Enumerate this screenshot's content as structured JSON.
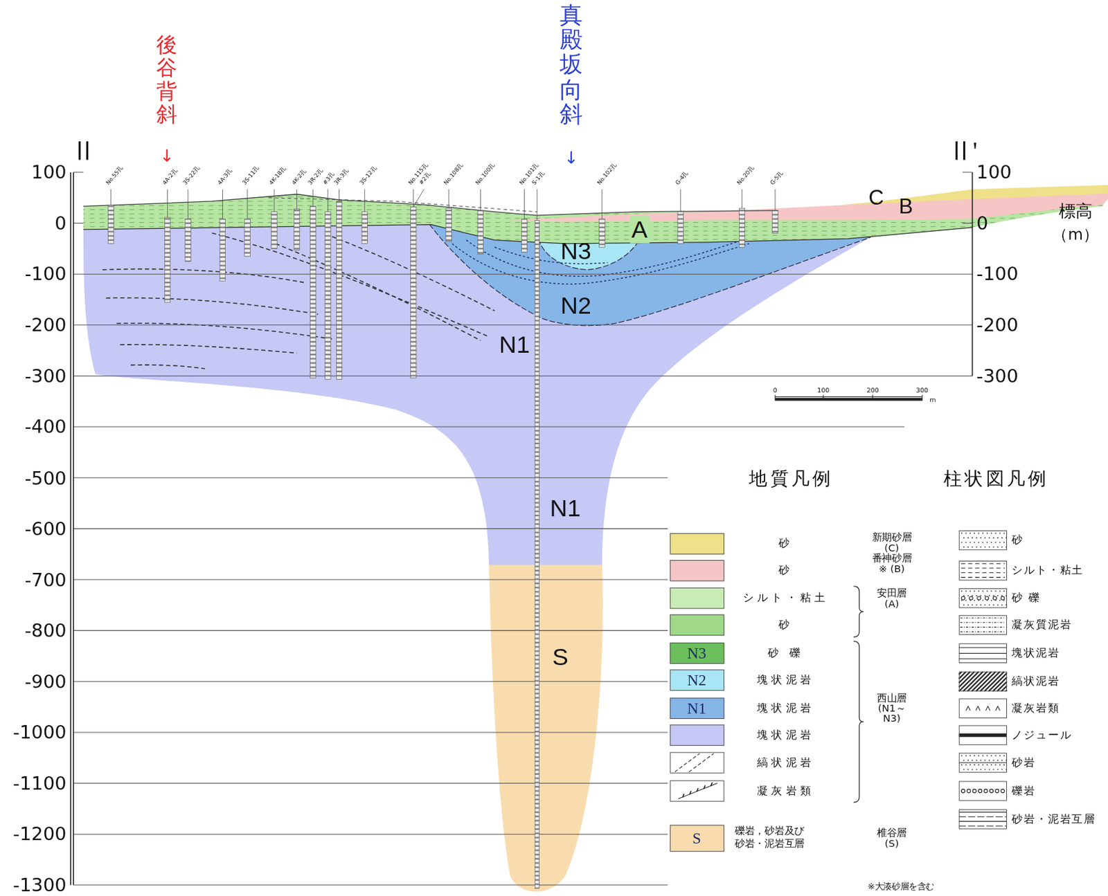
{
  "diagram": {
    "labels": [
      "後谷背斜",
      "↓",
      "真殿坂向斜",
      "↓",
      "Ⅱ",
      "Ⅱ'",
      "100",
      "0",
      "-100",
      "-200",
      "-300",
      "-400",
      "-500",
      "-600",
      "-700",
      "-800",
      "-900",
      "-1000",
      "-1100",
      "-1200",
      "-1300",
      "100",
      "0",
      "-100",
      "-200",
      "-300",
      "標高",
      "（m）",
      "C",
      "B",
      "A",
      "N3",
      "N2",
      "N1",
      "N1",
      "S",
      "No.55孔",
      "4A-2孔",
      "3S-22孔",
      "4A-3孔",
      "3S-11孔",
      "4K-18孔",
      "4K-2孔",
      "3R-2孔",
      "#3孔",
      "3R-3孔",
      "3S-12孔",
      "No.115孔",
      "#2孔",
      "No.108孔",
      "No.100孔",
      "No.101孔",
      "S-1孔",
      "No.102孔",
      "G-4孔",
      "No.20孔",
      "G-5孔",
      "0",
      "100",
      "200",
      "300",
      "m",
      "地質凡例",
      "柱状図凡例",
      "N3",
      "N2",
      "N1",
      "S",
      "新期砂層 (C)",
      "番神砂層※ (B)",
      "安田層 (A)",
      "西山層 (N1～N3)",
      "椎谷層 (S)",
      "※大湊砂層を含む"
    ],
    "legend": [
      {
        "text": "砂",
        "color": "#efe08a"
      },
      {
        "text": "砂",
        "color": "#f6c6c6"
      },
      {
        "text": "シルト・粘土",
        "color": "#c9ecb4"
      },
      {
        "text": "砂",
        "color": "#9fd889"
      },
      {
        "text": "砂 礫",
        "color": "#6cbf5c"
      },
      {
        "text": "塊状泥岩",
        "color": "#a9e6f5"
      },
      {
        "text": "塊状泥岩",
        "color": "#86b5e8"
      },
      {
        "text": "塊状泥岩",
        "color": "#c6c8f6"
      },
      {
        "text": "縞状泥岩"
      },
      {
        "text": "凝灰岩類"
      },
      {
        "text": "礫岩，砂岩及び砂岩・泥岩互層",
        "color": "#f9dcae"
      },
      {
        "text": "砂"
      },
      {
        "text": "シルト・粘土"
      },
      {
        "text": "砂 礫"
      },
      {
        "text": "凝灰質泥岩"
      },
      {
        "text": "塊状泥岩"
      },
      {
        "text": "縞状泥岩"
      },
      {
        "text": "凝灰岩類"
      },
      {
        "text": "ノジュール"
      },
      {
        "text": "砂岩"
      },
      {
        "text": "礫岩"
      },
      {
        "text": "砂岩・泥岩互層"
      }
    ]
  }
}
